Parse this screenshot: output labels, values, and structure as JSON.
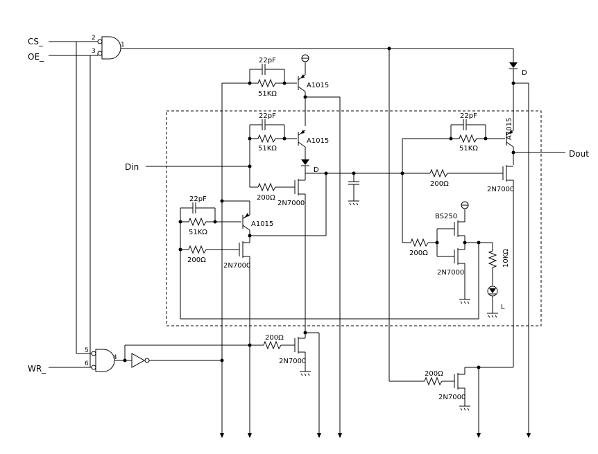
{
  "signals": {
    "cs": "CS_",
    "oe": "OE_",
    "wr": "WR_",
    "din": "Din",
    "dout": "Dout"
  },
  "pins": {
    "and1_in_a": "2",
    "and1_in_b": "3",
    "and1_out": "1",
    "and2_in_a": "5",
    "and2_in_b": "6",
    "and2_out": "4"
  },
  "parts": {
    "cap": "22pF",
    "r_base": "51KΩ",
    "r_gate": "200Ω",
    "r_pull": "10KΩ",
    "pnp": "A1015",
    "nmos": "2N7000",
    "pmos": "BS250",
    "diode": "D",
    "led": "L"
  }
}
